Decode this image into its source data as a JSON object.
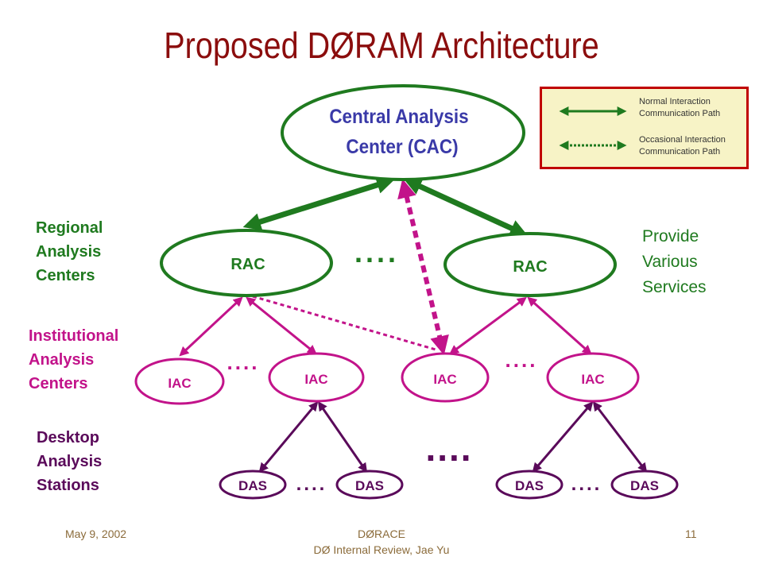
{
  "title": "Proposed DØRAM Architecture",
  "legend": {
    "normal": "Normal Interaction Communication Path",
    "occasional": "Occasional Interaction Communication Path"
  },
  "nodes": {
    "cac_line1": "Central Analysis",
    "cac_line2": "Center (CAC)",
    "rac": "RAC",
    "iac": "IAC",
    "das": "DAS"
  },
  "ellipsis": "....",
  "labels": {
    "regional": [
      "Regional",
      "Analysis",
      "Centers"
    ],
    "institutional": [
      "Institutional",
      "Analysis",
      "Centers"
    ],
    "desktop": [
      "Desktop",
      "Analysis",
      "Stations"
    ],
    "services": [
      "Provide",
      "Various",
      "Services"
    ]
  },
  "footer": {
    "date": "May 9, 2002",
    "event": "DØRACE",
    "subtitle": "DØ Internal Review, Jae Yu",
    "page": "11"
  },
  "colors": {
    "title": "#8b0d0d",
    "green": "#1f7a1f",
    "magenta": "#c2138a",
    "purple": "#5a0a5a",
    "legend_bg": "#f7f3c6",
    "legend_border": "#c00000"
  }
}
